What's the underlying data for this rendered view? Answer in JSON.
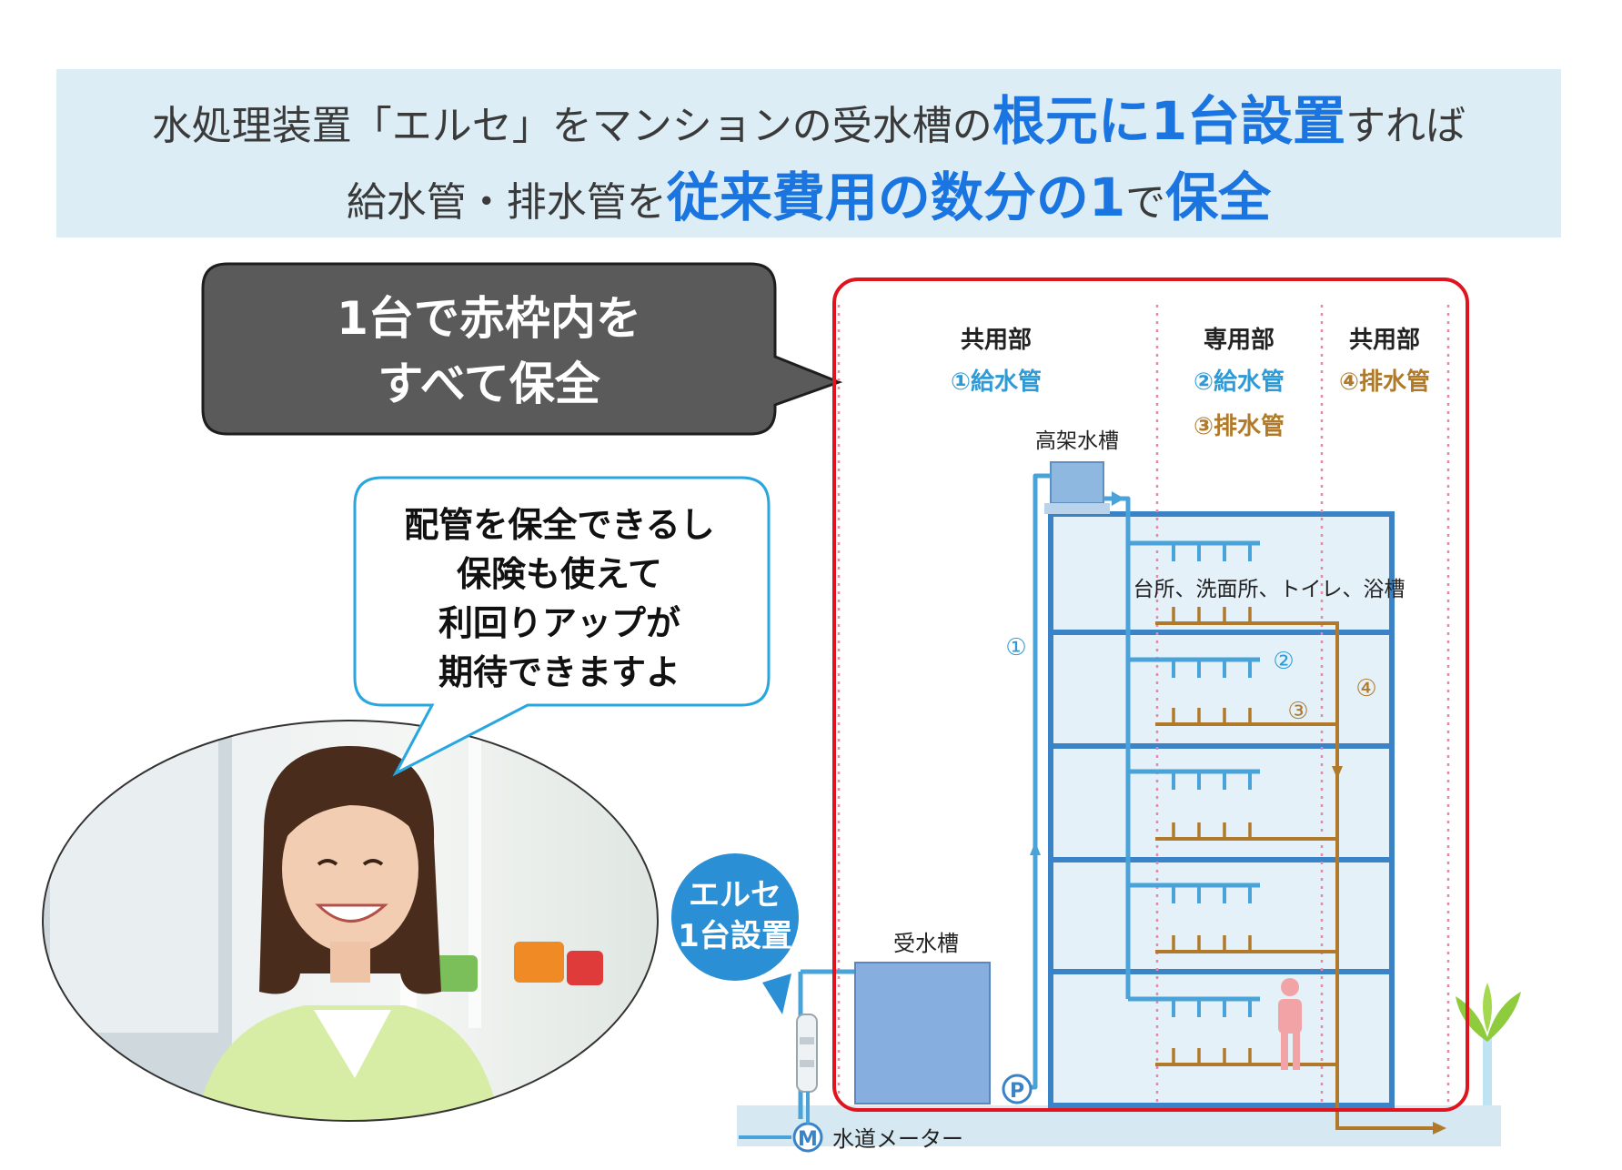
{
  "headline": {
    "line1_prefix": "水処理装置「エルセ」をマンションの受水槽の",
    "line1_emphasis": "根元に1台設置",
    "line1_suffix": "すれば",
    "line2_prefix": "給水管・排水管を",
    "line2_emphasis": "従来費用の数分の1",
    "line2_middle": "で",
    "line2_emphasis2": "保全"
  },
  "dark_callout": {
    "line1": "1台で赤枠内を",
    "line2": "すべて保全"
  },
  "speech_bubble": {
    "lines": [
      "配管を保全できるし",
      "保険も使えて",
      "利回りアップが",
      "期待できますよ"
    ]
  },
  "diagram": {
    "zones": [
      {
        "title": "共用部",
        "pipes": [
          "①給水管"
        ]
      },
      {
        "title": "専用部",
        "pipes": [
          "②給水管",
          "③排水管"
        ]
      },
      {
        "title": "共用部",
        "pipes": [
          "④排水管"
        ]
      }
    ],
    "elevated_tank_label": "高架水槽",
    "fixtures_label": "台所、洗面所、トイレ、浴槽",
    "receiving_tank_label": "受水槽",
    "meter_label": "水道メーター",
    "meter_symbol": "M",
    "pump_symbol": "P",
    "markers": {
      "m1": "①",
      "m2": "②",
      "m3": "③",
      "m4": "④"
    },
    "device_badge": {
      "line1": "エルセ",
      "line2": "1台設置"
    }
  },
  "colors": {
    "banner_bg": "#dcedf5",
    "emphasis_blue": "#1a75e0",
    "supply_pipe": "#4aa3d8",
    "drain_pipe": "#b07a2a",
    "building_frame": "#3b83c7",
    "red_frame": "#e0141e",
    "dark_callout": "#5a5a5a"
  }
}
